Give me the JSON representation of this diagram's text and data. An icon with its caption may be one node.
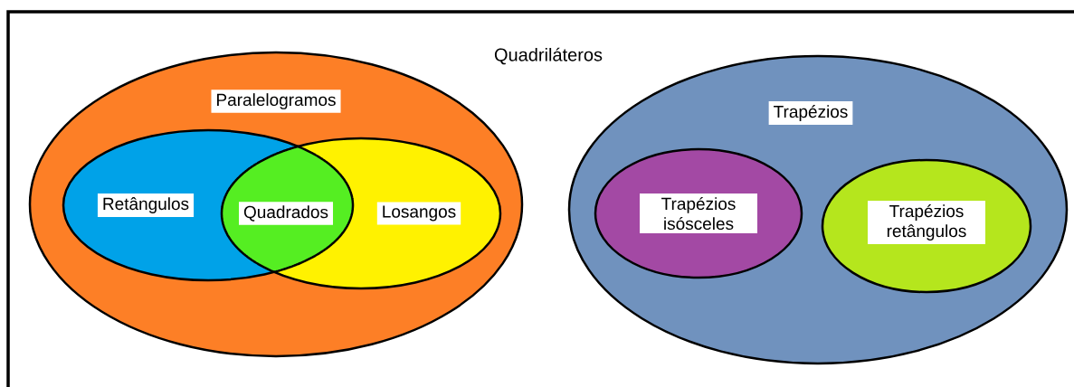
{
  "diagram": {
    "title": "Quadriláteros",
    "nodes": [
      {
        "text": [
          "Paralelogramos"
        ]
      },
      {
        "text": [
          "Retângulos"
        ],
        "in": 0
      },
      {
        "text": [
          "Losangos"
        ],
        "in": 0
      },
      {
        "text": [
          "Quadrados"
        ]
      },
      {
        "text": [
          "Trapézios"
        ]
      },
      {
        "text": [
          "Trapézios isósceles"
        ],
        "in": 4
      },
      {
        "text": [
          "Trapézios retângulos"
        ],
        "in": 4
      }
    ]
  }
}
